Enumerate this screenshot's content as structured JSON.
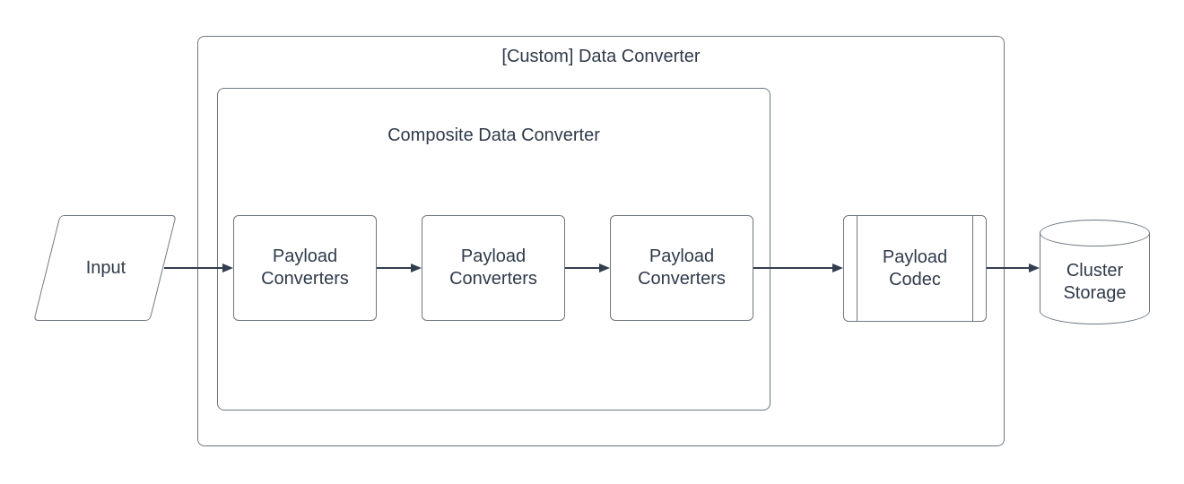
{
  "diagram": {
    "outer_container": {
      "title": "[Custom] Data Converter"
    },
    "inner_container": {
      "title": "Composite Data Converter"
    },
    "input": {
      "label": "Input"
    },
    "converters": [
      {
        "label": "Payload Converters"
      },
      {
        "label": "Payload Converters"
      },
      {
        "label": "Payload Converters"
      }
    ],
    "codec": {
      "label": "Payload Codec"
    },
    "storage": {
      "label": "Cluster Storage"
    },
    "colors": {
      "background": "#ffffff",
      "shape_stroke": "#6e7681",
      "arrow": "#323d4e",
      "text": "#2f3a4a"
    }
  }
}
